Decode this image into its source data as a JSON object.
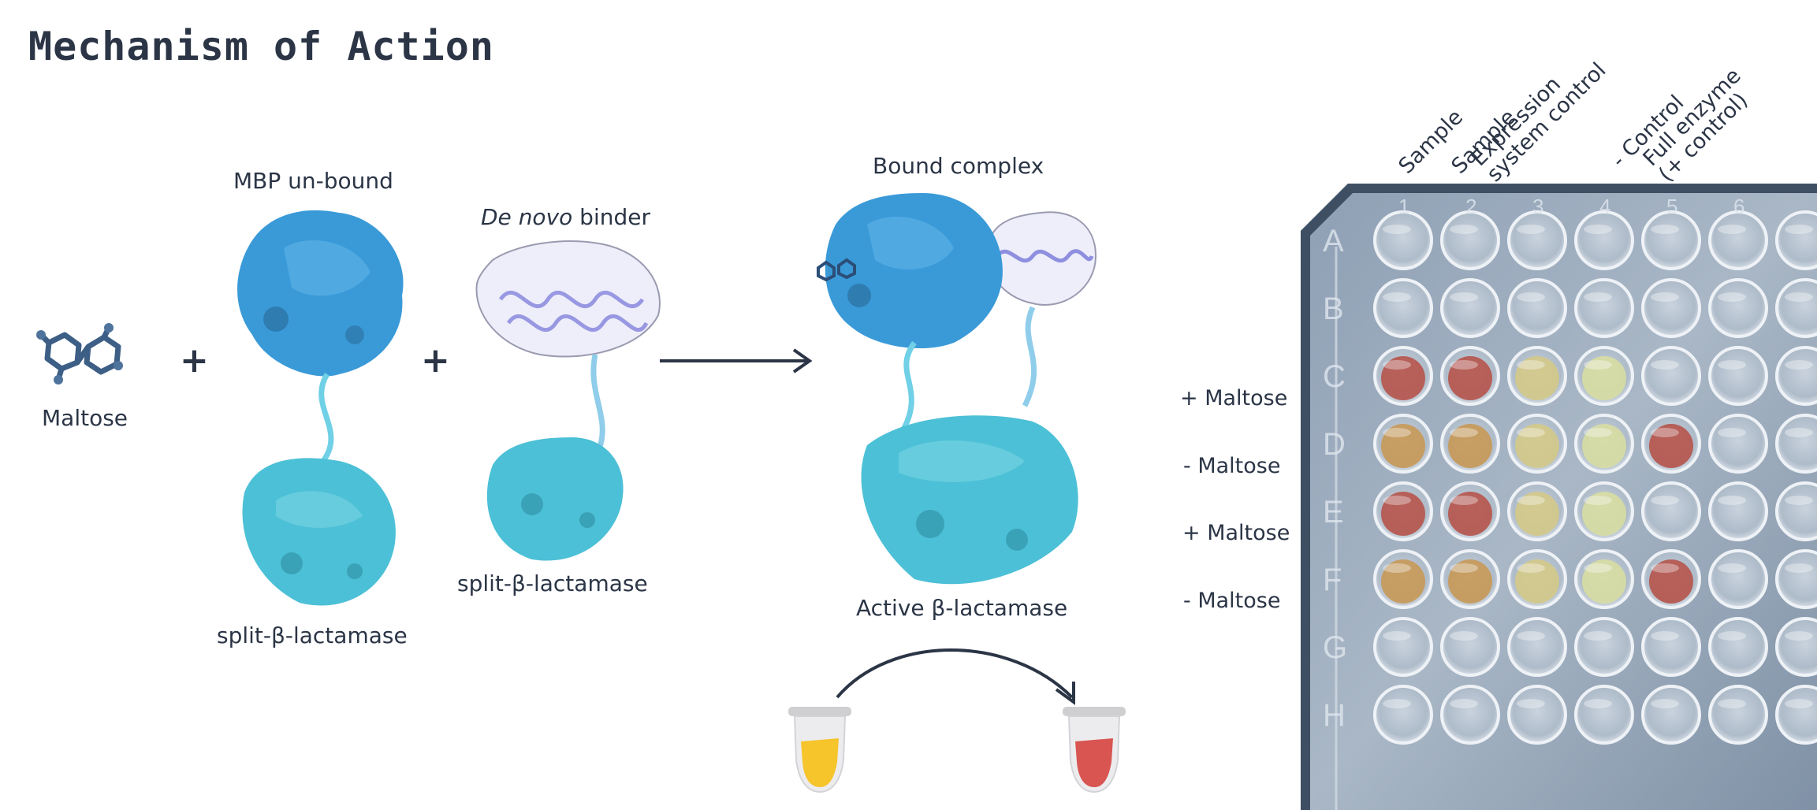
{
  "title": "Mechanism of Action",
  "labels": {
    "maltose": "Maltose",
    "mbp_unbound": "MBP un-bound",
    "binder_italic": "De novo",
    "binder_rest": " binder",
    "split_lactamase_1": "split-β-lactamase",
    "split_lactamase_2": "split-β-lactamase",
    "bound_complex": "Bound complex",
    "active_lactamase": "Active β-lactamase",
    "plus": "+"
  },
  "plate": {
    "column_labels": [
      {
        "line1": "Sample",
        "line2": ""
      },
      {
        "line1": "Sample",
        "line2": ""
      },
      {
        "line1": "Expression",
        "line2": "system control"
      },
      {
        "line1": "- Control",
        "line2": ""
      },
      {
        "line1": "Full enzyme",
        "line2": "(+ control)"
      }
    ],
    "row_labels": [
      "+ Maltose",
      "- Maltose",
      "+ Maltose",
      "- Maltose"
    ],
    "row_letters": [
      "A",
      "B",
      "C",
      "D",
      "E",
      "F",
      "G",
      "H"
    ],
    "col_numbers": [
      "1",
      "2",
      "3",
      "4",
      "5",
      "6"
    ]
  },
  "colors": {
    "mbp_blue": "#3a9ad8",
    "lactamase_cyan": "#4cc0d6",
    "binder_purple": "#8f8fe0",
    "tube_yellow": "#f6c42b",
    "tube_red": "#d85552",
    "dark": "#2b3546"
  }
}
